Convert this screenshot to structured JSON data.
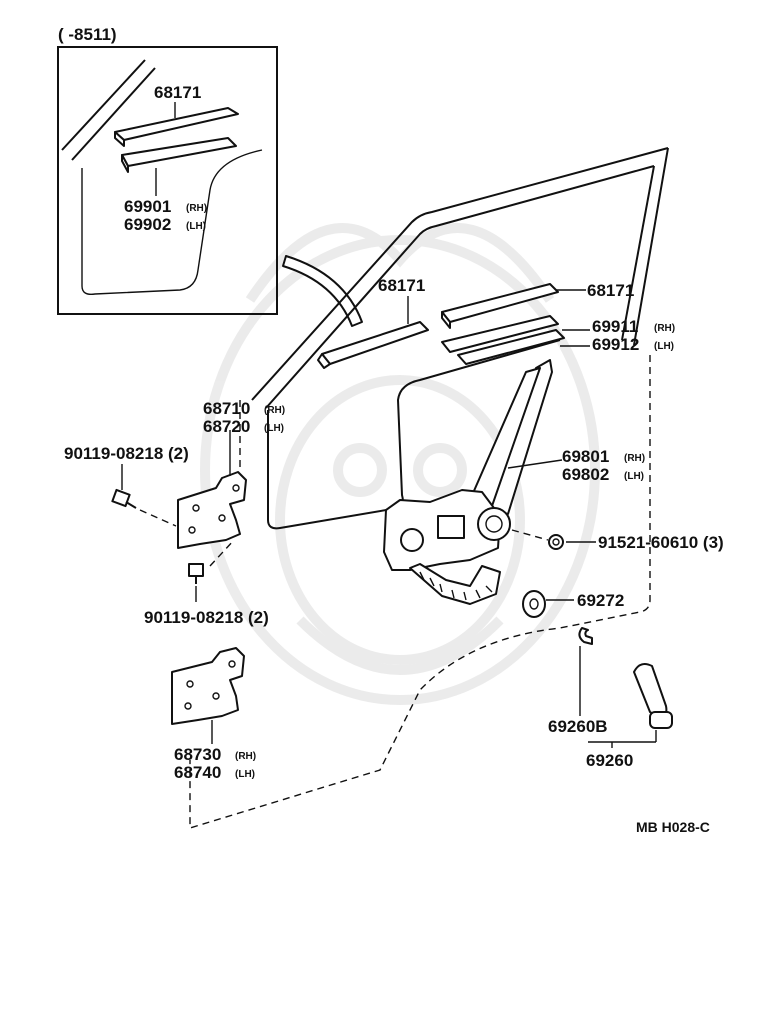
{
  "inset": {
    "range_label": "(        -8511)"
  },
  "labels": {
    "p68171_inset": "68171",
    "p69901": "69901",
    "p69901_side": "(RH)",
    "p69902": "69902",
    "p69902_side": "(LH)",
    "p68171_left": "68171",
    "p68171_right": "68171",
    "p69911": "69911",
    "p69911_side": "(RH)",
    "p69912": "69912",
    "p69912_side": "(LH)",
    "p68710": "68710",
    "p68710_side": "(RH)",
    "p68720": "68720",
    "p68720_side": "(LH)",
    "bolt_upper": "90119-08218 (2)",
    "p69801": "69801",
    "p69801_side": "(RH)",
    "p69802": "69802",
    "p69802_side": "(LH)",
    "nut": "91521-60610 (3)",
    "p69272": "69272",
    "bolt_lower": "90119-08218 (2)",
    "p69260B": "69260B",
    "p69260": "69260",
    "p68730": "68730",
    "p68730_side": "(RH)",
    "p68740": "68740",
    "p68740_side": "(LH)"
  },
  "diagram_code": "MB H028-C"
}
